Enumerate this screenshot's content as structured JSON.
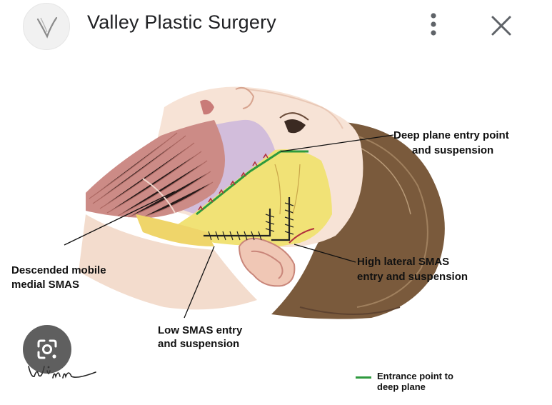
{
  "header": {
    "site_title": "Valley Plastic Surgery",
    "logo_icon": "valley-v-logo-icon",
    "more_icon": "more-vert-icon",
    "close_icon": "close-icon"
  },
  "figure": {
    "labels": {
      "deep_plane_line1": "Deep plane entry point",
      "deep_plane_line2": "and suspension",
      "descended_line1": "Descended mobile",
      "descended_line2": "medial SMAS",
      "high_lateral_line1": "High lateral SMAS",
      "high_lateral_line2": "entry and suspension",
      "low_smas_line1": "Low SMAS entry",
      "low_smas_line2": "and suspension"
    },
    "legend": {
      "line_color": "#2e9a3e",
      "text_line1": "Entrance point to",
      "text_line2": "deep plane"
    },
    "signature": "Winn"
  },
  "overlay": {
    "lens_icon": "google-lens-icon"
  }
}
